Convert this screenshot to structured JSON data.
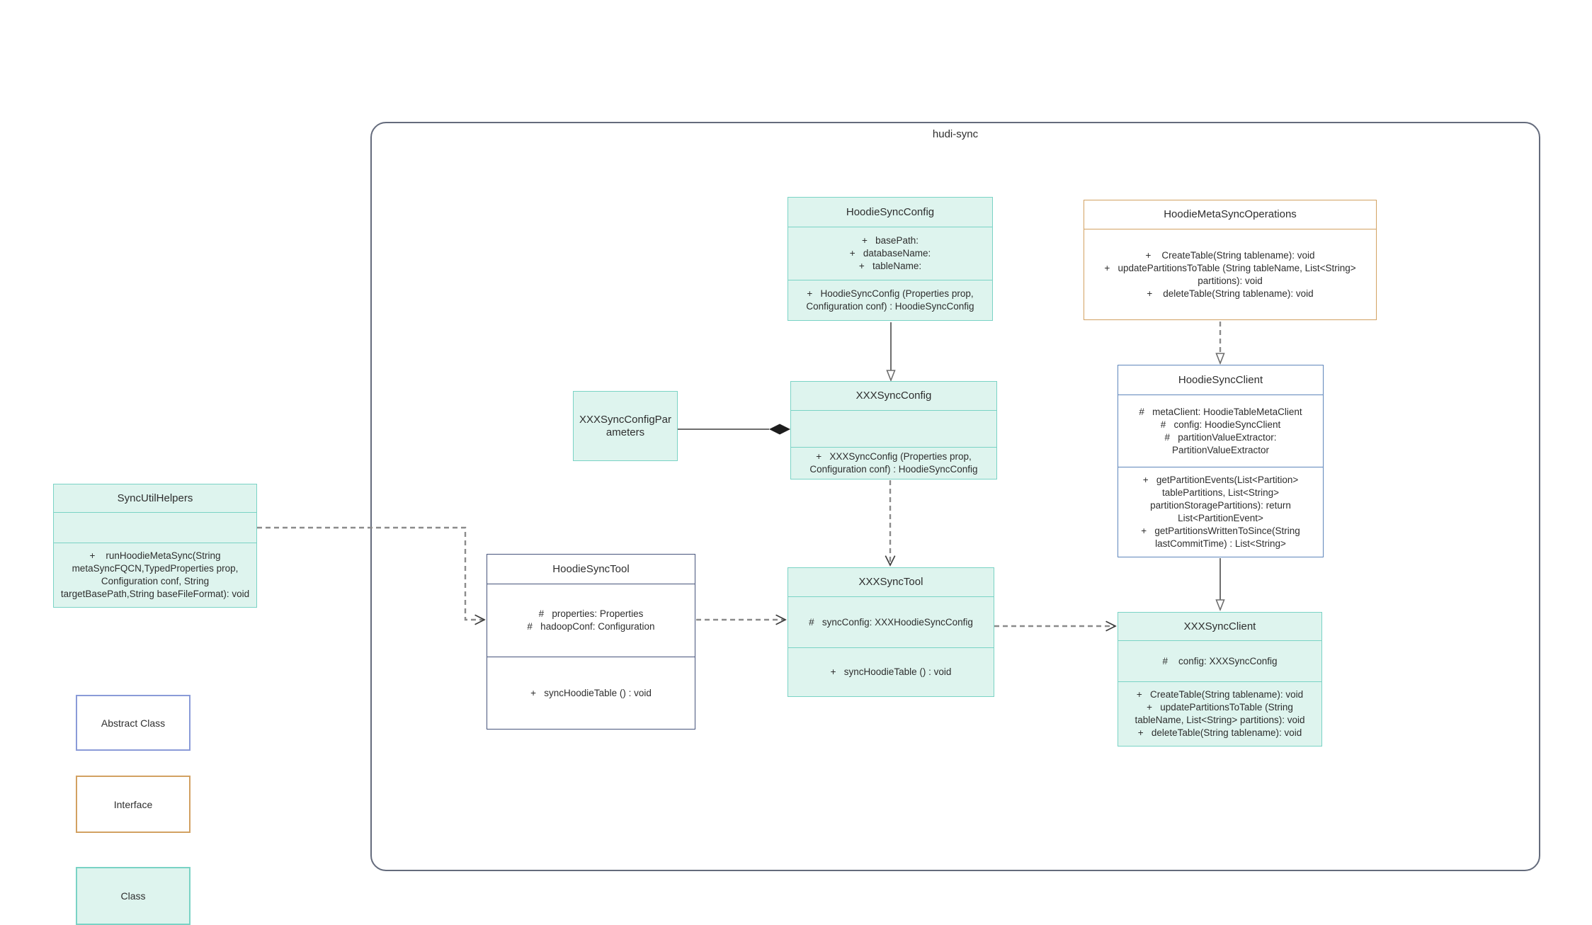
{
  "container": {
    "label": "hudi-sync"
  },
  "classes": {
    "hoodieSyncConfig": {
      "title": "HoodieSyncConfig",
      "kind": "class",
      "fields": [
        "+   basePath:",
        "+   databaseName:",
        "+   tableName:"
      ],
      "methods": [
        "+   HoodieSyncConfig (Properties prop, Configuration conf) : HoodieSyncConfig"
      ]
    },
    "hoodieMetaSyncOperations": {
      "title": "HoodieMetaSyncOperations",
      "kind": "interface",
      "methods": [
        "+    CreateTable(String tablename): void",
        "+   updatePartitionsToTable (String tableName, List<String> partitions): void",
        "+    deleteTable(String tablename): void"
      ]
    },
    "hoodieSyncClient": {
      "title": "HoodieSyncClient",
      "kind": "abstract",
      "fields": [
        "#   metaClient: HoodieTableMetaClient",
        "#   config: HoodieSyncClient",
        "#   partitionValueExtractor: PartitionValueExtractor"
      ],
      "methods": [
        "+   getPartitionEvents(List<Partition> tablePartitions, List<String> partitionStoragePartitions): return List<PartitionEvent>",
        "+   getPartitionsWrittenToSince(String lastCommitTime) : List<String>"
      ]
    },
    "xxxSyncConfigParameters": {
      "title": "XXXSyncConfigParameters",
      "kind": "class"
    },
    "xxxSyncConfig": {
      "title": "XXXSyncConfig",
      "kind": "class",
      "methods": [
        "+   XXXSyncConfig (Properties prop, Configuration conf) : HoodieSyncConfig"
      ]
    },
    "syncUtilHelpers": {
      "title": "SyncUtilHelpers",
      "kind": "class",
      "methods": [
        "+    runHoodieMetaSync(String metaSyncFQCN,TypedProperties prop, Configuration conf, String targetBasePath,String baseFileFormat): void"
      ]
    },
    "hoodieSyncTool": {
      "title": "HoodieSyncTool",
      "kind": "abstract",
      "fields": [
        "#   properties: Properties",
        "#   hadoopConf: Configuration"
      ],
      "methods": [
        "+   syncHoodieTable () : void"
      ]
    },
    "xxxSyncTool": {
      "title": "XXXSyncTool",
      "kind": "class",
      "fields": [
        "#   syncConfig: XXXHoodieSyncConfig"
      ],
      "methods": [
        "+   syncHoodieTable () : void"
      ]
    },
    "xxxSyncClient": {
      "title": "XXXSyncClient",
      "kind": "class",
      "fields": [
        "#    config: XXXSyncConfig"
      ],
      "methods": [
        "+   CreateTable(String tablename): void",
        "+   updatePartitionsToTable (String tableName, List<String> partitions): void",
        "+   deleteTable(String tablename): void"
      ]
    }
  },
  "legend": [
    {
      "label": "Abstract Class",
      "type": "abstract"
    },
    {
      "label": "Interface",
      "type": "interface"
    },
    {
      "label": "Class",
      "type": "class"
    }
  ],
  "colors": {
    "class_fill": "#def4ee",
    "class_border": "#7ad3c5",
    "interface_border": "#d2a162",
    "abstract_border_dark": "#46537b",
    "abstract_border_blue": "#5e86bb",
    "legend_abstract_border": "#8a9bd8",
    "frame_border": "#646b7c",
    "connector_solid": "#6e6e6e",
    "connector_dashed": "#8b8b8b",
    "text": "#2e2e2e"
  }
}
